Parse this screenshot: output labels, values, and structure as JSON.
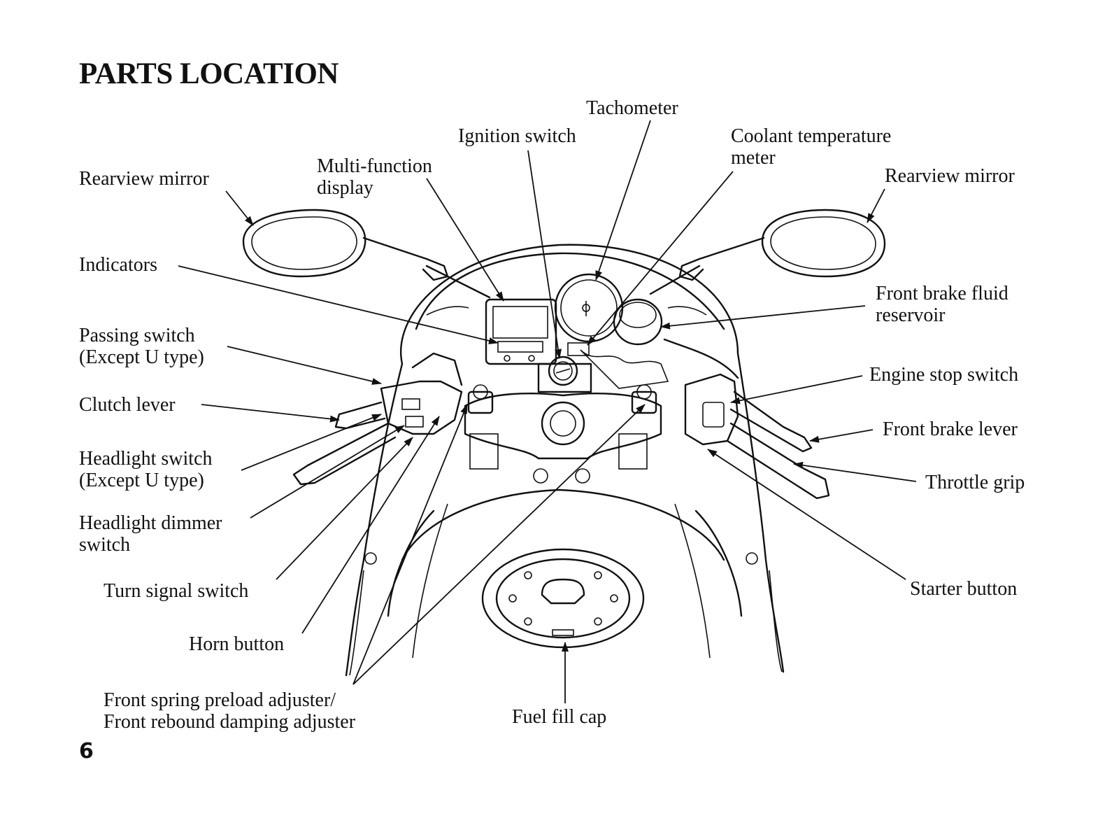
{
  "page": {
    "title": "PARTS LOCATION",
    "page_number": "6"
  },
  "labels": {
    "rearview_mirror_left": "Rearview mirror",
    "multi_function_display": [
      "Multi-function",
      "display"
    ],
    "ignition_switch": "Ignition switch",
    "tachometer": "Tachometer",
    "coolant_temperature_meter": [
      "Coolant temperature",
      "meter"
    ],
    "rearview_mirror_right": "Rearview mirror",
    "indicators": "Indicators",
    "front_brake_fluid_reservoir": [
      "Front brake fluid",
      "reservoir"
    ],
    "passing_switch": [
      "Passing switch",
      "(Except U type)"
    ],
    "engine_stop_switch": "Engine stop switch",
    "clutch_lever": "Clutch lever",
    "front_brake_lever": "Front brake lever",
    "headlight_switch": [
      "Headlight switch",
      "(Except U type)"
    ],
    "throttle_grip": "Throttle grip",
    "headlight_dimmer_switch": [
      "Headlight dimmer",
      "switch"
    ],
    "turn_signal_switch": "Turn signal switch",
    "starter_button": "Starter button",
    "horn_button": "Horn button",
    "front_adjusters": [
      "Front spring preload adjuster/",
      "Front rebound damping adjuster"
    ],
    "fuel_fill_cap": "Fuel fill cap"
  }
}
